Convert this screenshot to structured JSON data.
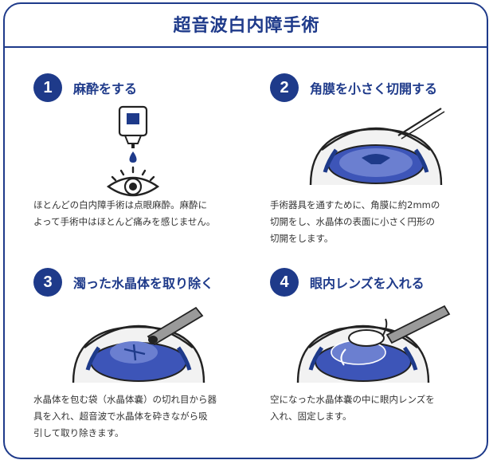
{
  "title": "超音波白内障手術",
  "steps": [
    {
      "number": "1",
      "title": "麻酔をする",
      "desc_lines": [
        "ほとんどの白内障手術は点眼麻酔。麻酔に",
        "よって手術中はほとんど痛みを感じません。"
      ],
      "icon": "eye-drop-icon"
    },
    {
      "number": "2",
      "title": "角膜を小さく切開する",
      "desc_lines": [
        "手術器具を通すために、角膜に約2mmの",
        "切開をし、水晶体の表面に小さく円形の",
        "切開をします。"
      ],
      "icon": "incision-icon"
    },
    {
      "number": "3",
      "title": "濁った水晶体を取り除く",
      "desc_lines": [
        "水晶体を包む袋（水晶体嚢）の切れ目から器",
        "具を入れ、超音波で水晶体を砕きながら吸",
        "引して取り除きます。"
      ],
      "icon": "ultrasound-probe-icon"
    },
    {
      "number": "4",
      "title": "眼内レンズを入れる",
      "desc_lines": [
        "空になった水晶体嚢の中に眼内レンズを",
        "入れ、固定します。"
      ],
      "icon": "intraocular-lens-icon"
    }
  ],
  "colors": {
    "navy": "#1e3a8a",
    "lens": "#6b7fd0",
    "lens_dark": "#3d55b8",
    "sclera": "#f2f2f2",
    "outline": "#222222"
  }
}
